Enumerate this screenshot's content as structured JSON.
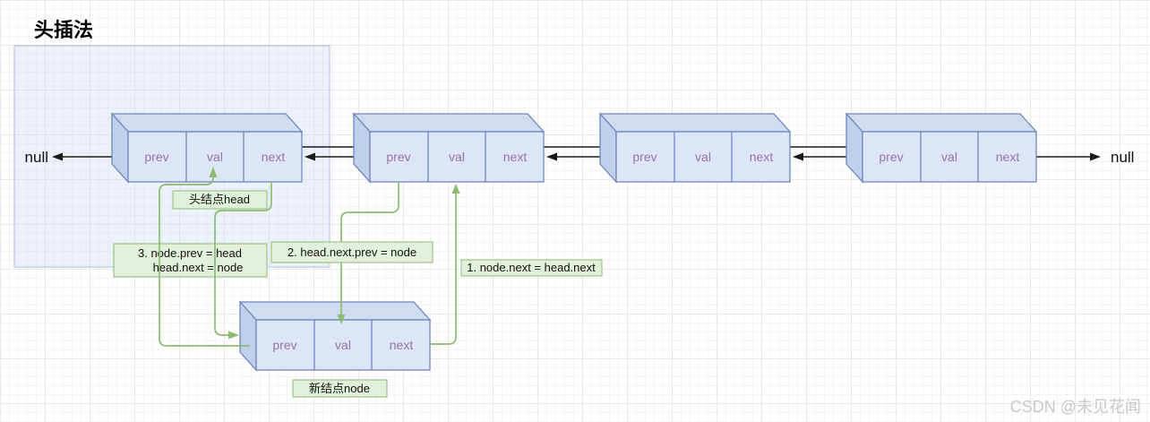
{
  "title": "头插法",
  "watermark": "CSDN @未见花闻",
  "nulls": {
    "left": "null",
    "right": "null"
  },
  "cells": {
    "prev": "prev",
    "val": "val",
    "next": "next"
  },
  "labels": {
    "head_node": "头结点head",
    "new_node": "新结点node",
    "step1": "1. node.next = head.next",
    "step2": "2. head.next.prev = node",
    "step3_line1": "3.  node.prev = head",
    "step3_line2": "head.next = node"
  },
  "colors": {
    "node_fill": "#dce6f7",
    "node_top": "#d0ddf1",
    "node_side": "#bed0ea",
    "node_stroke": "#6f86ba",
    "cell_text": "#9673a6",
    "green": "#8cbb72",
    "green_label_fill": "#e2efdb",
    "green_label_stroke": "#9cc48a",
    "selection_fill": "#cbd8f1",
    "arrow_black": "#1a1a1a",
    "watermark_gray": "#c8c8c8"
  }
}
